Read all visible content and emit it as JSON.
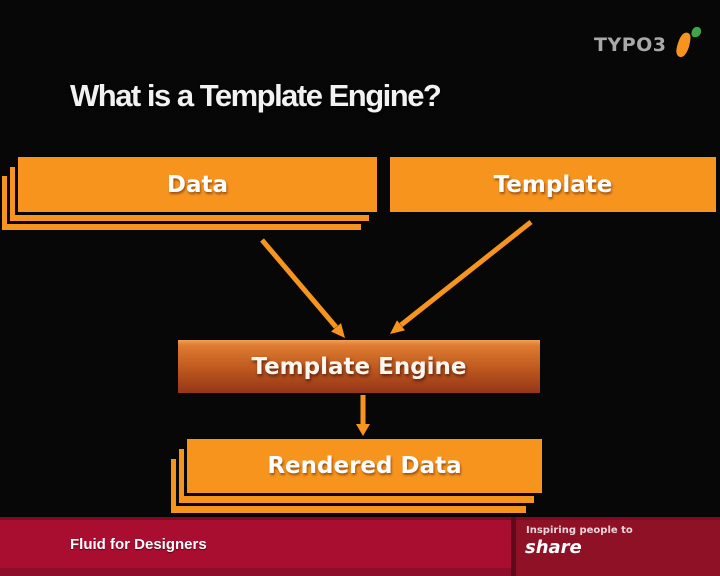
{
  "title": "What is a Template Engine?",
  "logo": {
    "text": "TYPO3"
  },
  "diagram": {
    "data_label": "Data",
    "template_label": "Template",
    "engine_label": "Template Engine",
    "rendered_label": "Rendered Data"
  },
  "footer": {
    "product": "Fluid for Designers",
    "tagline_line1": "Inspiring people to",
    "tagline_line2": "share"
  },
  "icons": {
    "logo_mark": "typo3-logo-mark"
  },
  "colors": {
    "accent_orange": "#F7941E",
    "engine_gradient_top": "#DE7C30",
    "engine_gradient_bottom": "#943517",
    "footer_crimson": "#A90D2F",
    "footer_dark_red": "#8E1126",
    "logo_green": "#3FA548",
    "background": "#070707",
    "text_white": "#F2F2F2"
  }
}
